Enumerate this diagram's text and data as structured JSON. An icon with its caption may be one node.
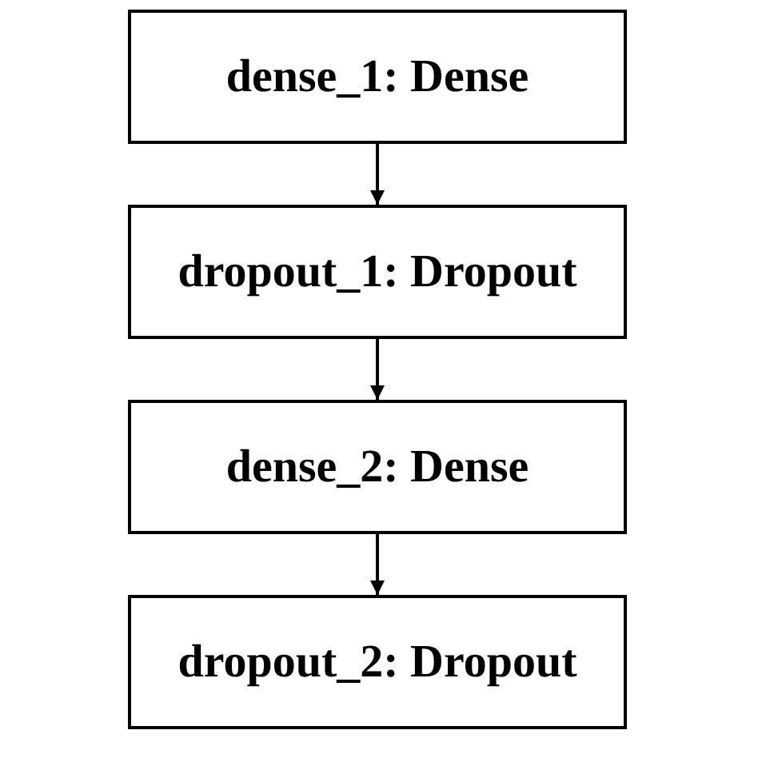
{
  "diagram": {
    "nodes": [
      {
        "text": [
          "dense_1: Dense"
        ]
      },
      {
        "text": [
          "dropout_1: Dropout"
        ]
      },
      {
        "text": [
          "dense_2: Dense"
        ]
      },
      {
        "text": [
          "dropout_2: Dropout"
        ]
      }
    ],
    "edges": [
      {
        "from": 0,
        "to": 1,
        "arrow": "to"
      },
      {
        "from": 1,
        "to": 2,
        "arrow": "to"
      },
      {
        "from": 2,
        "to": 3,
        "arrow": "to"
      }
    ]
  }
}
